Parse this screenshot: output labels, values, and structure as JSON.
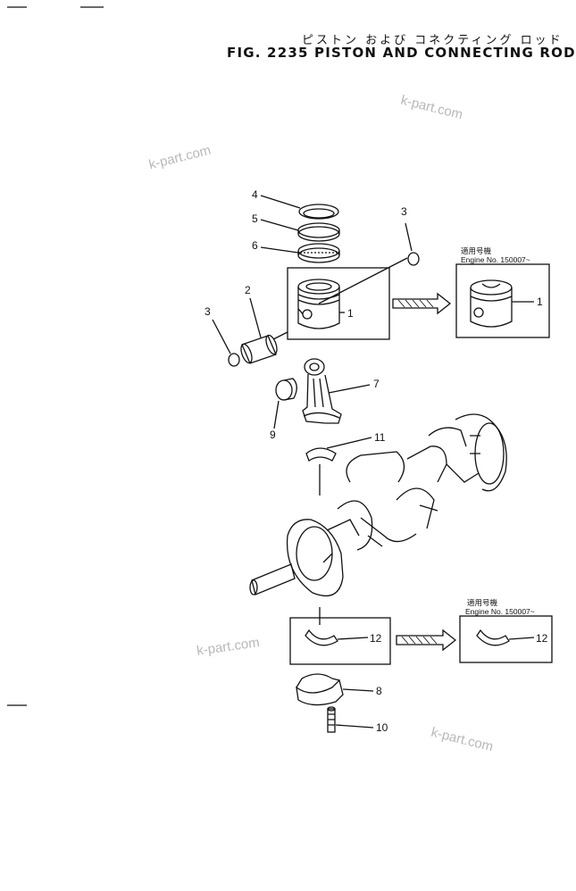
{
  "header": {
    "title_jp": "ピストン および コネクティング ロッド",
    "title_en": "FIG. 2235  PISTON AND CONNECTING ROD"
  },
  "watermarks": [
    "k-part.com",
    "k-part.com",
    "k-part.com",
    "k-part.com"
  ],
  "callouts": {
    "c1a": "1",
    "c1b": "1",
    "c2": "2",
    "c3a": "3",
    "c3b": "3",
    "c4": "4",
    "c5": "5",
    "c6": "6",
    "c7": "7",
    "c8": "8",
    "c9": "9",
    "c10": "10",
    "c11": "11",
    "c12a": "12",
    "c12b": "12"
  },
  "notes": {
    "piston_jp": "適用号機",
    "piston_en": "Engine No. 150007~",
    "bearing_jp": "適用号機",
    "bearing_en": "Engine No. 150007~"
  }
}
